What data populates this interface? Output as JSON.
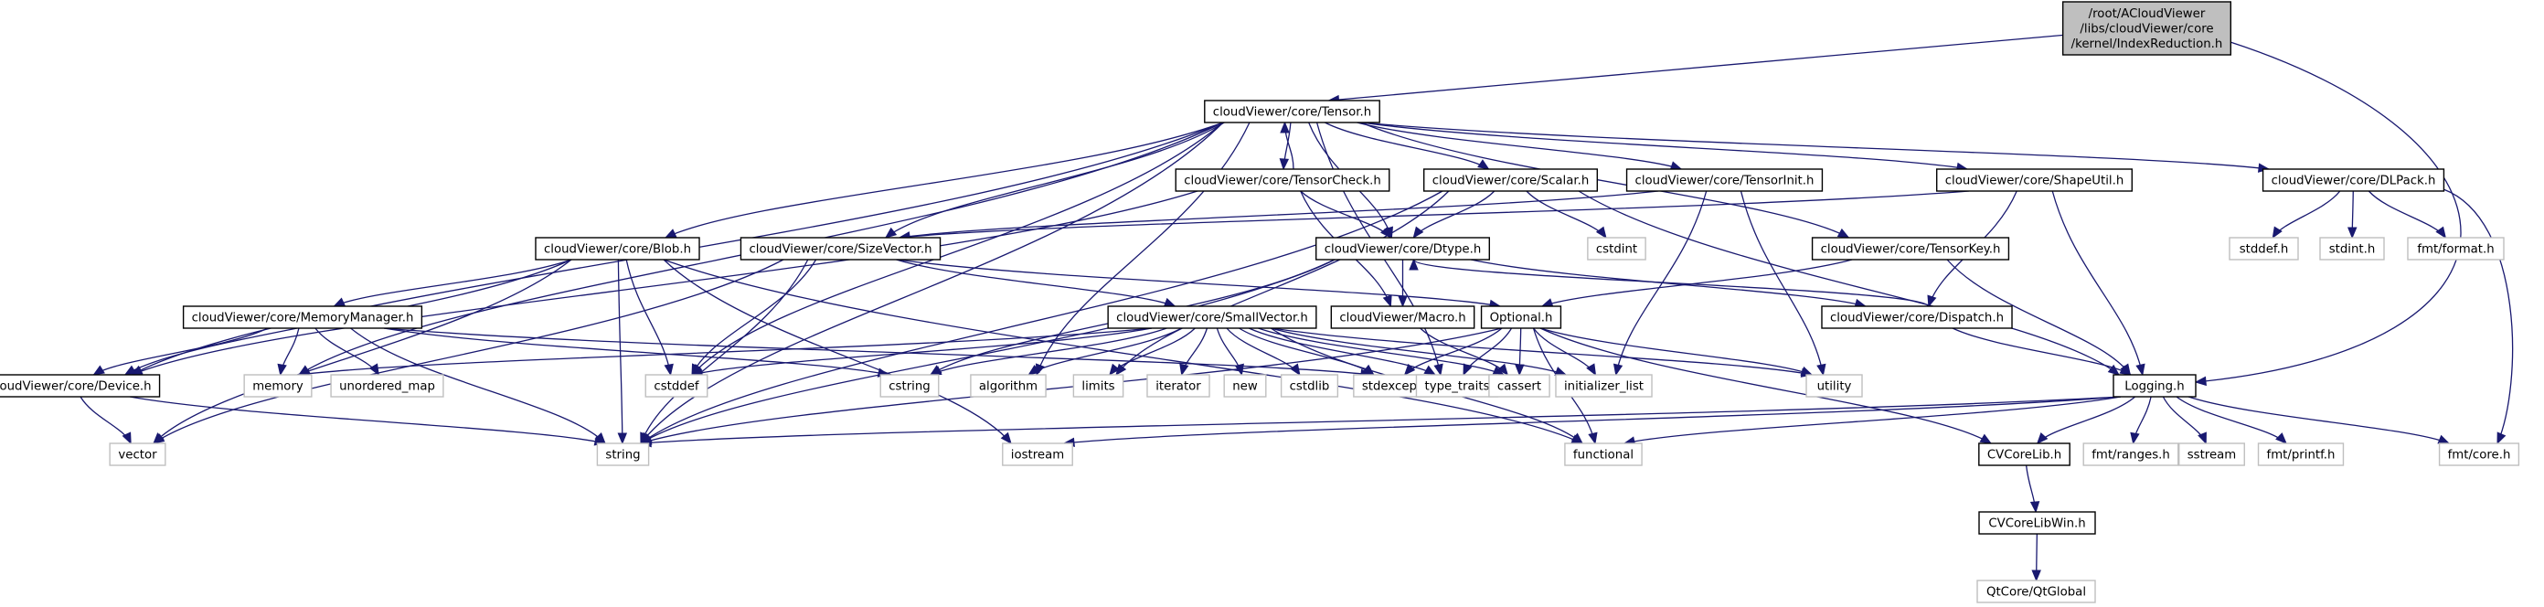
{
  "diagram": {
    "type": "include-dependency-graph",
    "edge_color": "#191970",
    "nodes": [
      {
        "id": "root",
        "kind": "root",
        "lines": [
          "/root/ACloudViewer",
          "/libs/cloudViewer/core",
          "/kernel/IndexReduction.h"
        ]
      },
      {
        "id": "tensor",
        "kind": "local",
        "lines": [
          "cloudViewer/core/Tensor.h"
        ]
      },
      {
        "id": "tensorcheck",
        "kind": "local",
        "lines": [
          "cloudViewer/core/TensorCheck.h"
        ]
      },
      {
        "id": "scalar",
        "kind": "local",
        "lines": [
          "cloudViewer/core/Scalar.h"
        ]
      },
      {
        "id": "tensorinit",
        "kind": "local",
        "lines": [
          "cloudViewer/core/TensorInit.h"
        ]
      },
      {
        "id": "shapeutil",
        "kind": "local",
        "lines": [
          "cloudViewer/core/ShapeUtil.h"
        ]
      },
      {
        "id": "dlpack",
        "kind": "local",
        "lines": [
          "cloudViewer/core/DLPack.h"
        ]
      },
      {
        "id": "blob",
        "kind": "local",
        "lines": [
          "cloudViewer/core/Blob.h"
        ]
      },
      {
        "id": "sizevector",
        "kind": "local",
        "lines": [
          "cloudViewer/core/SizeVector.h"
        ]
      },
      {
        "id": "dtype",
        "kind": "local",
        "lines": [
          "cloudViewer/core/Dtype.h"
        ]
      },
      {
        "id": "cstdint",
        "kind": "system",
        "lines": [
          "cstdint"
        ]
      },
      {
        "id": "tensorkey",
        "kind": "local",
        "lines": [
          "cloudViewer/core/TensorKey.h"
        ]
      },
      {
        "id": "stddef_h",
        "kind": "system",
        "lines": [
          "stddef.h"
        ]
      },
      {
        "id": "stdint_h",
        "kind": "system",
        "lines": [
          "stdint.h"
        ]
      },
      {
        "id": "fmtformat",
        "kind": "system",
        "lines": [
          "fmt/format.h"
        ]
      },
      {
        "id": "memorymanager",
        "kind": "local",
        "lines": [
          "cloudViewer/core/MemoryManager.h"
        ]
      },
      {
        "id": "smallvector",
        "kind": "local",
        "lines": [
          "cloudViewer/core/SmallVector.h"
        ]
      },
      {
        "id": "macro",
        "kind": "local",
        "lines": [
          "cloudViewer/Macro.h"
        ]
      },
      {
        "id": "optional",
        "kind": "local",
        "lines": [
          "Optional.h"
        ]
      },
      {
        "id": "dispatch",
        "kind": "local",
        "lines": [
          "cloudViewer/core/Dispatch.h"
        ]
      },
      {
        "id": "device",
        "kind": "local",
        "lines": [
          "cloudViewer/core/Device.h"
        ]
      },
      {
        "id": "memory",
        "kind": "system",
        "lines": [
          "memory"
        ]
      },
      {
        "id": "unordered_map",
        "kind": "system",
        "lines": [
          "unordered_map"
        ]
      },
      {
        "id": "cstddef",
        "kind": "system",
        "lines": [
          "cstddef"
        ]
      },
      {
        "id": "cstring",
        "kind": "system",
        "lines": [
          "cstring"
        ]
      },
      {
        "id": "algorithm",
        "kind": "system",
        "lines": [
          "algorithm"
        ]
      },
      {
        "id": "limits",
        "kind": "system",
        "lines": [
          "limits"
        ]
      },
      {
        "id": "iterator",
        "kind": "system",
        "lines": [
          "iterator"
        ]
      },
      {
        "id": "new",
        "kind": "system",
        "lines": [
          "new"
        ]
      },
      {
        "id": "cstdlib",
        "kind": "system",
        "lines": [
          "cstdlib"
        ]
      },
      {
        "id": "stdexcept",
        "kind": "system",
        "lines": [
          "stdexcept"
        ]
      },
      {
        "id": "type_traits",
        "kind": "system",
        "lines": [
          "type_traits"
        ]
      },
      {
        "id": "cassert",
        "kind": "system",
        "lines": [
          "cassert"
        ]
      },
      {
        "id": "initializer_list",
        "kind": "system",
        "lines": [
          "initializer_list"
        ]
      },
      {
        "id": "utility",
        "kind": "system",
        "lines": [
          "utility"
        ]
      },
      {
        "id": "logging",
        "kind": "local",
        "lines": [
          "Logging.h"
        ]
      },
      {
        "id": "vector",
        "kind": "system",
        "lines": [
          "vector"
        ]
      },
      {
        "id": "string",
        "kind": "system",
        "lines": [
          "string"
        ]
      },
      {
        "id": "iostream",
        "kind": "system",
        "lines": [
          "iostream"
        ]
      },
      {
        "id": "functional",
        "kind": "system",
        "lines": [
          "functional"
        ]
      },
      {
        "id": "cvcorelib",
        "kind": "local",
        "lines": [
          "CVCoreLib.h"
        ]
      },
      {
        "id": "fmtranges",
        "kind": "system",
        "lines": [
          "fmt/ranges.h"
        ]
      },
      {
        "id": "sstream",
        "kind": "system",
        "lines": [
          "sstream"
        ]
      },
      {
        "id": "fmtprintf",
        "kind": "system",
        "lines": [
          "fmt/printf.h"
        ]
      },
      {
        "id": "fmtcore",
        "kind": "system",
        "lines": [
          "fmt/core.h"
        ]
      },
      {
        "id": "cvcorelibwin",
        "kind": "local",
        "lines": [
          "CVCoreLibWin.h"
        ]
      },
      {
        "id": "qtglobal",
        "kind": "system",
        "lines": [
          "QtCore/QtGlobal"
        ]
      }
    ],
    "edges": [
      [
        "root",
        "tensor"
      ],
      [
        "root",
        "logging"
      ],
      [
        "tensor",
        "tensorcheck"
      ],
      [
        "tensorcheck",
        "tensor"
      ],
      [
        "tensor",
        "scalar"
      ],
      [
        "tensor",
        "tensorinit"
      ],
      [
        "tensor",
        "shapeutil"
      ],
      [
        "tensor",
        "dlpack"
      ],
      [
        "tensor",
        "blob"
      ],
      [
        "tensor",
        "sizevector"
      ],
      [
        "tensor",
        "dtype"
      ],
      [
        "tensor",
        "tensorkey"
      ],
      [
        "tensor",
        "device"
      ],
      [
        "tensor",
        "memory"
      ],
      [
        "tensor",
        "cstddef"
      ],
      [
        "tensor",
        "string"
      ],
      [
        "tensor",
        "algorithm"
      ],
      [
        "tensor",
        "type_traits"
      ],
      [
        "tensorcheck",
        "dtype"
      ],
      [
        "tensorcheck",
        "device"
      ],
      [
        "tensorcheck",
        "macro"
      ],
      [
        "scalar",
        "dtype"
      ],
      [
        "scalar",
        "cstdint"
      ],
      [
        "scalar",
        "logging"
      ],
      [
        "scalar",
        "limits"
      ],
      [
        "scalar",
        "string"
      ],
      [
        "tensorinit",
        "sizevector"
      ],
      [
        "tensorinit",
        "utility"
      ],
      [
        "tensorinit",
        "initializer_list"
      ],
      [
        "shapeutil",
        "sizevector"
      ],
      [
        "shapeutil",
        "logging"
      ],
      [
        "shapeutil",
        "dispatch"
      ],
      [
        "dlpack",
        "stddef_h"
      ],
      [
        "dlpack",
        "stdint_h"
      ],
      [
        "dlpack",
        "fmtformat"
      ],
      [
        "dlpack",
        "fmtcore"
      ],
      [
        "tensorkey",
        "optional"
      ],
      [
        "tensorkey",
        "logging"
      ],
      [
        "blob",
        "memorymanager"
      ],
      [
        "blob",
        "device"
      ],
      [
        "blob",
        "cstddef"
      ],
      [
        "blob",
        "string"
      ],
      [
        "blob",
        "iostream"
      ],
      [
        "blob",
        "functional"
      ],
      [
        "blob",
        "vector"
      ],
      [
        "sizevector",
        "smallvector"
      ],
      [
        "sizevector",
        "cstddef"
      ],
      [
        "sizevector",
        "string"
      ],
      [
        "sizevector",
        "optional"
      ],
      [
        "sizevector",
        "vector"
      ],
      [
        "dtype",
        "macro"
      ],
      [
        "dtype",
        "dispatch"
      ],
      [
        "dtype",
        "string"
      ],
      [
        "dtype",
        "cstring"
      ],
      [
        "dispatch",
        "dtype"
      ],
      [
        "dispatch",
        "logging"
      ],
      [
        "memorymanager",
        "device"
      ],
      [
        "memorymanager",
        "memory"
      ],
      [
        "memorymanager",
        "unordered_map"
      ],
      [
        "memorymanager",
        "string"
      ],
      [
        "memorymanager",
        "cstring"
      ],
      [
        "memorymanager",
        "stdexcept"
      ],
      [
        "smallvector",
        "cstddef"
      ],
      [
        "smallvector",
        "cstring"
      ],
      [
        "smallvector",
        "algorithm"
      ],
      [
        "smallvector",
        "limits"
      ],
      [
        "smallvector",
        "iterator"
      ],
      [
        "smallvector",
        "new"
      ],
      [
        "smallvector",
        "cstdlib"
      ],
      [
        "smallvector",
        "stdexcept"
      ],
      [
        "smallvector",
        "type_traits"
      ],
      [
        "smallvector",
        "cassert"
      ],
      [
        "smallvector",
        "initializer_list"
      ],
      [
        "smallvector",
        "utility"
      ],
      [
        "smallvector",
        "functional"
      ],
      [
        "smallvector",
        "memory"
      ],
      [
        "macro",
        "cassert"
      ],
      [
        "optional",
        "stdexcept"
      ],
      [
        "optional",
        "type_traits"
      ],
      [
        "optional",
        "cassert"
      ],
      [
        "optional",
        "initializer_list"
      ],
      [
        "optional",
        "utility"
      ],
      [
        "optional",
        "functional"
      ],
      [
        "optional",
        "string"
      ],
      [
        "optional",
        "cvcorelib"
      ],
      [
        "device",
        "vector"
      ],
      [
        "device",
        "string"
      ],
      [
        "logging",
        "string"
      ],
      [
        "logging",
        "iostream"
      ],
      [
        "logging",
        "functional"
      ],
      [
        "logging",
        "cvcorelib"
      ],
      [
        "logging",
        "fmtranges"
      ],
      [
        "logging",
        "sstream"
      ],
      [
        "logging",
        "fmtprintf"
      ],
      [
        "logging",
        "fmtcore"
      ],
      [
        "cvcorelib",
        "cvcorelibwin"
      ],
      [
        "cvcorelibwin",
        "qtglobal"
      ]
    ]
  }
}
